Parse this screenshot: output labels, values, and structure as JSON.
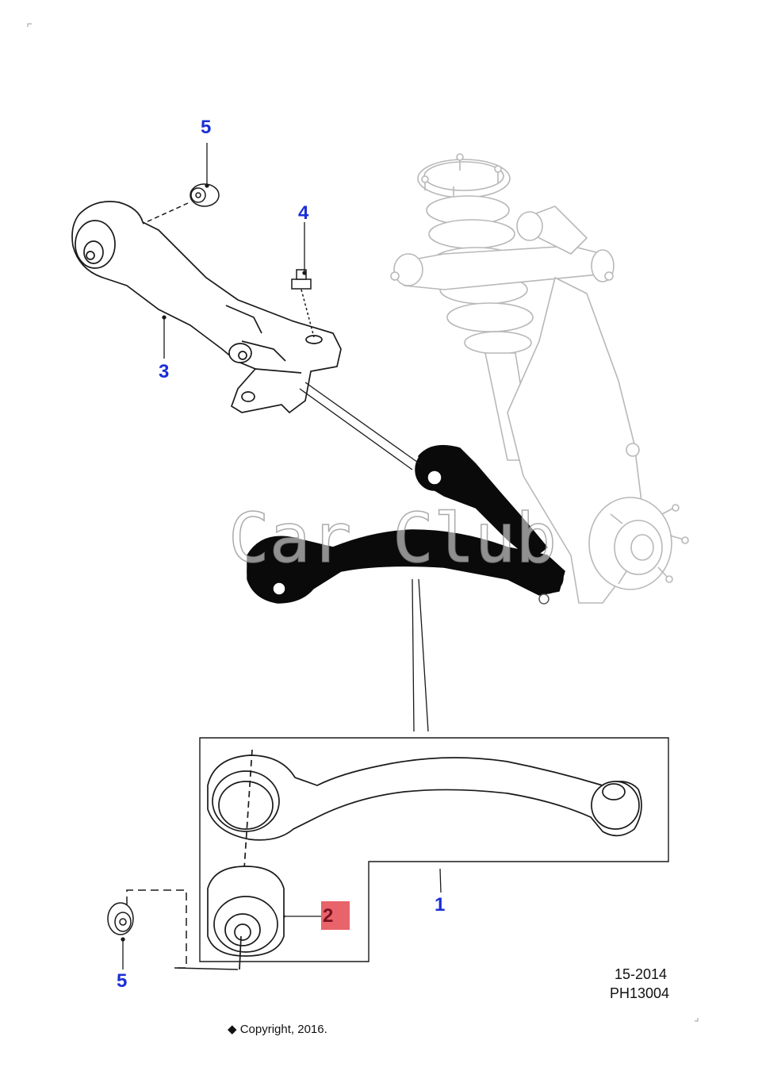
{
  "callouts": {
    "c1": "1",
    "c2": "2",
    "c3": "3",
    "c4": "4",
    "c5_top": "5",
    "c5_bottom": "5"
  },
  "footer": {
    "date_code": "15-2014",
    "part_code": "PH13004",
    "copyright": "◆ Copyright, 2016."
  },
  "watermark": "Car Club",
  "colors": {
    "callout_text": "#1a2fd6",
    "highlight_box": "#e8646a",
    "line_art": "#1a1a1a",
    "ghost_art": "#b8b8b8",
    "filled_part": "#0a0a0a"
  }
}
